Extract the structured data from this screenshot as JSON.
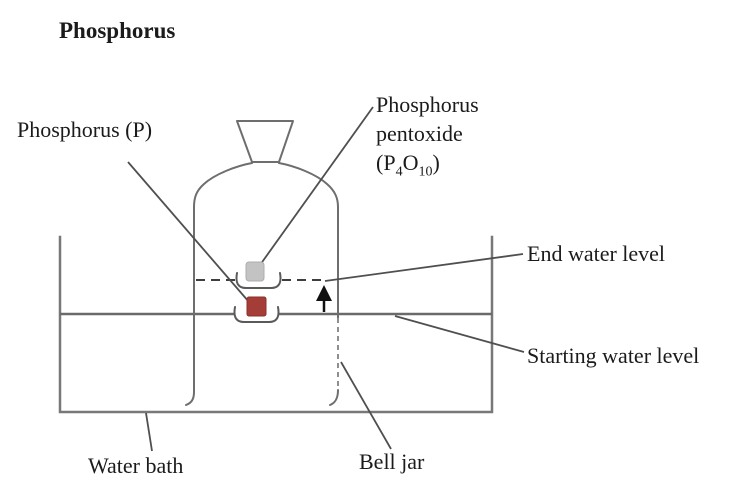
{
  "title": "Phosphorus",
  "labels": {
    "phosphorus": "Phosphorus (P)",
    "pentoxide_line1": "Phosphorus",
    "pentoxide_line2": "pentoxide",
    "formula": {
      "pre": "(P",
      "sub1": "4",
      "mid": "O",
      "sub2": "10",
      "post": ")"
    },
    "end_water_level": "End water level",
    "starting_water_level": "Starting water level",
    "water_bath": "Water bath",
    "bell_jar": "Bell jar"
  },
  "colors": {
    "phosphorus_sample_fill": "#a43c37",
    "phosphorus_sample_stroke": "#8e2f2b",
    "pentoxide_sample_fill": "#c3c3c3",
    "pentoxide_sample_stroke": "#adadad",
    "apparatus_line": "#6f6f6f",
    "leader_line": "#4f4f4f",
    "dashed_level_line": "#3e3e3e",
    "arrow": "#111111",
    "text": "#1b1b1b"
  }
}
